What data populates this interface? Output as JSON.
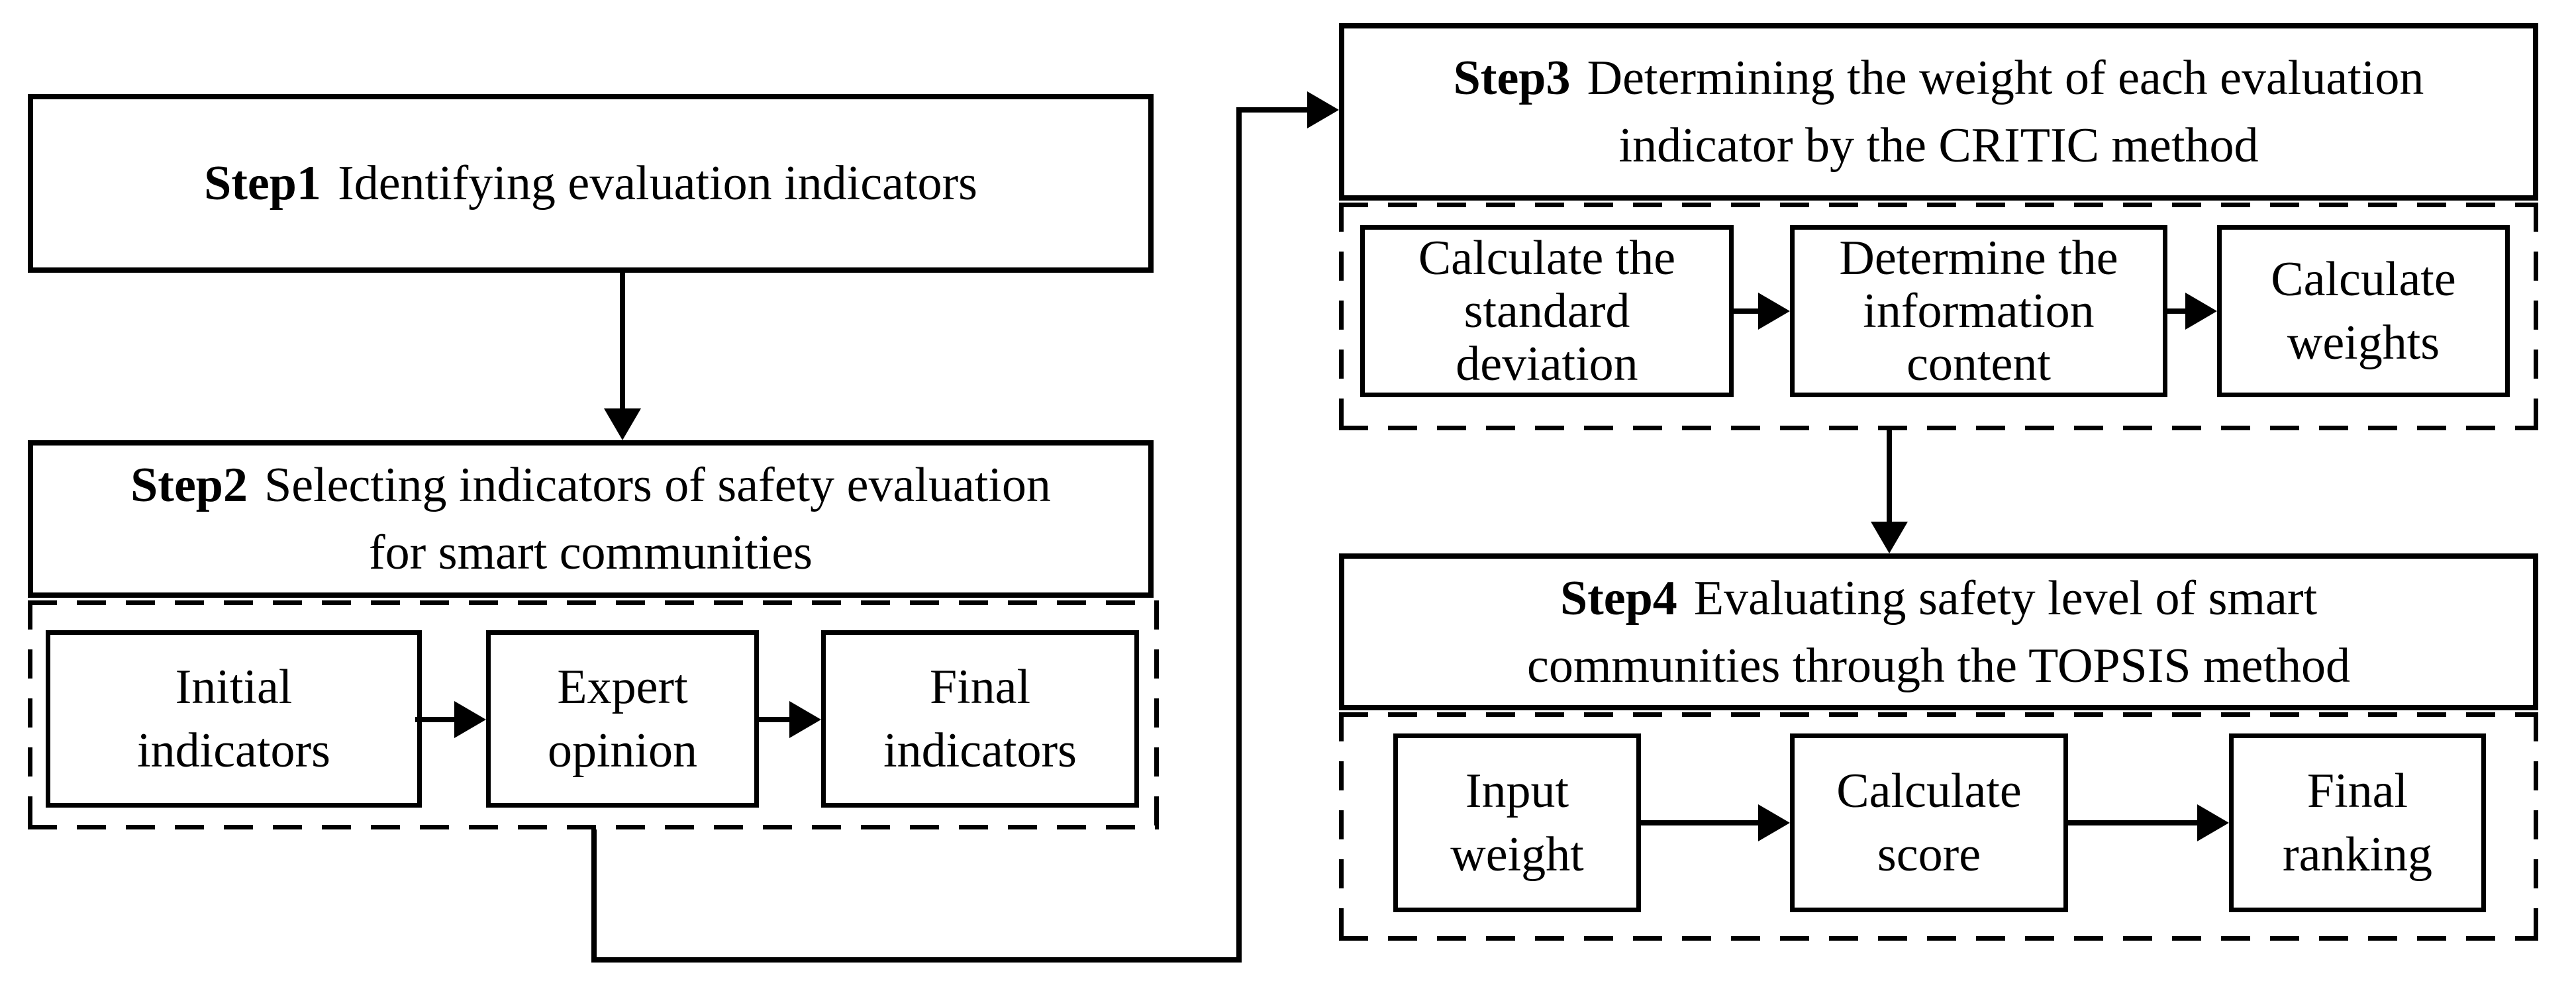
{
  "colors": {
    "stroke": "#000000",
    "background": "#ffffff"
  },
  "steps": {
    "step1": {
      "label": "Step1",
      "line1": "Identifying evaluation indicators"
    },
    "step2": {
      "label": "Step2",
      "line1": "Selecting indicators of safety evaluation",
      "line2": "for smart communities"
    },
    "step3": {
      "label": "Step3",
      "line1": "Determining the weight of each evaluation",
      "line2": "indicator by the CRITIC method"
    },
    "step4": {
      "label": "Step4",
      "line1": "Evaluating safety level of smart",
      "line2": "communities through the TOPSIS method"
    }
  },
  "step2_sub": [
    {
      "lines": [
        "Initial",
        "indicators"
      ]
    },
    {
      "lines": [
        "Expert",
        "opinion"
      ]
    },
    {
      "lines": [
        "Final",
        "indicators"
      ]
    }
  ],
  "step3_sub": [
    {
      "lines": [
        "Calculate the",
        "standard",
        "deviation"
      ]
    },
    {
      "lines": [
        "Determine the",
        "information",
        "content"
      ]
    },
    {
      "lines": [
        "Calculate",
        "weights"
      ]
    }
  ],
  "step4_sub": [
    {
      "lines": [
        "Input",
        "weight"
      ]
    },
    {
      "lines": [
        "Calculate",
        "score"
      ]
    },
    {
      "lines": [
        "Final",
        "ranking"
      ]
    }
  ]
}
